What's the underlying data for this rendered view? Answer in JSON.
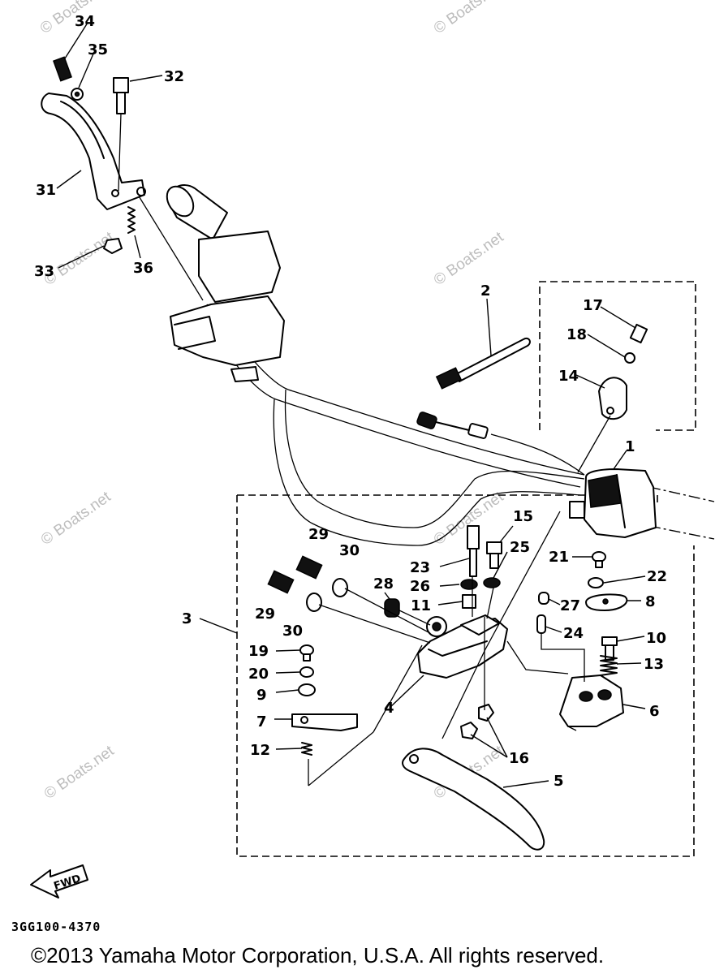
{
  "diagram": {
    "callouts": [
      "1",
      "2",
      "3",
      "4",
      "5",
      "6",
      "7",
      "8",
      "9",
      "10",
      "11",
      "12",
      "13",
      "14",
      "15",
      "16",
      "17",
      "18",
      "19",
      "20",
      "21",
      "22",
      "23",
      "24",
      "25",
      "26",
      "27",
      "28",
      "29",
      "30",
      "31",
      "32",
      "33",
      "34",
      "35",
      "36"
    ],
    "extra_callouts": [
      "29",
      "30"
    ],
    "watermark": "© Boats.net",
    "fwd_label": "FWD",
    "drawing_code": "3GG100-4370",
    "copyright": "©2013 Yamaha Motor Corporation, U.S.A. All rights reserved."
  }
}
